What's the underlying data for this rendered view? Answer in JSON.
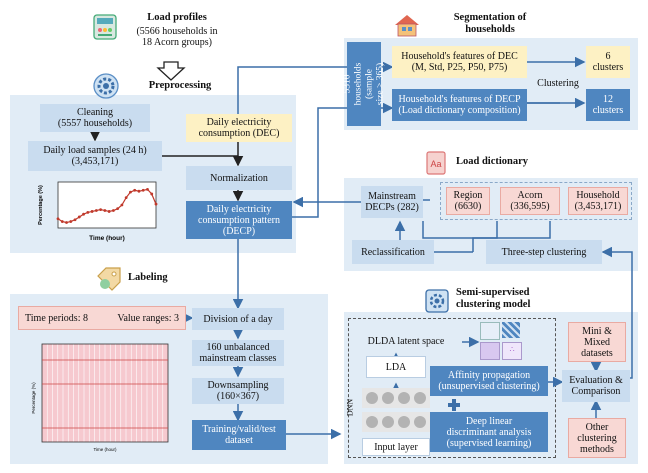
{
  "load_profiles": {
    "title": "Load profiles",
    "subtitle": "(5566 households in\n18 Acorn groups)"
  },
  "preprocessing": {
    "title": "Preprocessing",
    "cleaning": "Cleaning\n(5557 households)",
    "daily_load": "Daily load samples (24 h)\n(3,453,171)",
    "dec": "Daily electricity\nconsumption (DEC)",
    "normalization": "Normalization",
    "decp": "Daily electricity\nconsumption pattern\n(DECP)",
    "chart": {
      "ylabel": "Percentage (%)",
      "xlabel": "Time (hour)"
    }
  },
  "segmentation": {
    "title": "Segmentation of\nhouseholds",
    "vertical_label": "5310 households\n(sample size > 365)",
    "dec_features": "Household's features of DEC\n(M, Std, P25, P50, P75)",
    "decp_features": "Household's features of DECP\n(Load dictionary composition)",
    "clustering": "Clustering",
    "clusters_6": "6\nclusters",
    "clusters_12": "12\nclusters"
  },
  "load_dictionary": {
    "title": "Load dictionary",
    "mainstream": "Mainstream\nDECPs (282)",
    "region": "Region\n(6630)",
    "acorn": "Acorn\n(336,595)",
    "household": "Household\n(3,453,171)",
    "reclassification": "Reclassification",
    "three_step": "Three-step clustering"
  },
  "labeling": {
    "title": "Labeling",
    "time_periods": "Time periods: 8",
    "value_ranges": "Value ranges: 3",
    "division": "Division of a day",
    "mainstream_classes": "160 unbalanced\nmainstream classes",
    "downsampling": "Downsampling\n(160×367)",
    "dataset": "Training/valid/test\ndataset",
    "chart": {
      "ylabel": "Percentage (%)",
      "xlabel": "Time (hour)"
    }
  },
  "semi_supervised": {
    "title": "Semi-supervised\nclustering model",
    "dlda": "DLDA latent space",
    "lda": "LDA",
    "dnn": "DNN",
    "input_layer": "Input layer",
    "affinity": "Affinity propagation\n(unsupervised clustering)",
    "deep_lda": "Deep linear\ndiscriminant analysis\n(supervised learning)",
    "mini_mixed": "Mini &\nMixed\ndatasets",
    "evaluation": "Evaluation &\nComparison",
    "other_methods": "Other\nclustering\nmethods"
  },
  "chart_data": {
    "type": "line",
    "x": [
      1,
      2,
      3,
      4,
      5,
      6,
      7,
      8,
      9,
      10,
      11,
      12,
      13,
      14,
      15,
      16,
      17,
      18,
      19,
      20,
      21,
      22,
      23,
      24
    ],
    "series": [
      {
        "values": [
          2.5,
          2.2,
          2.1,
          2.2,
          2.4,
          2.7,
          3.0,
          3.2,
          3.3,
          3.4,
          3.5,
          3.4,
          3.3,
          3.4,
          3.6,
          4.0,
          4.8,
          5.4,
          5.6,
          5.5,
          5.6,
          5.7,
          5.2,
          4.1
        ]
      }
    ],
    "xlabel": "Time (hour)",
    "ylabel": "Percentage (%)",
    "grid": true,
    "color": "#c0392b"
  },
  "colors": {
    "panel": "#e1ecf6",
    "light_box": "#c9dcef",
    "dark_box": "#4f86c0",
    "yellow_box": "#fdf1c4",
    "pink_box": "#f8d8d4",
    "arrow": "#3c6fa8"
  }
}
